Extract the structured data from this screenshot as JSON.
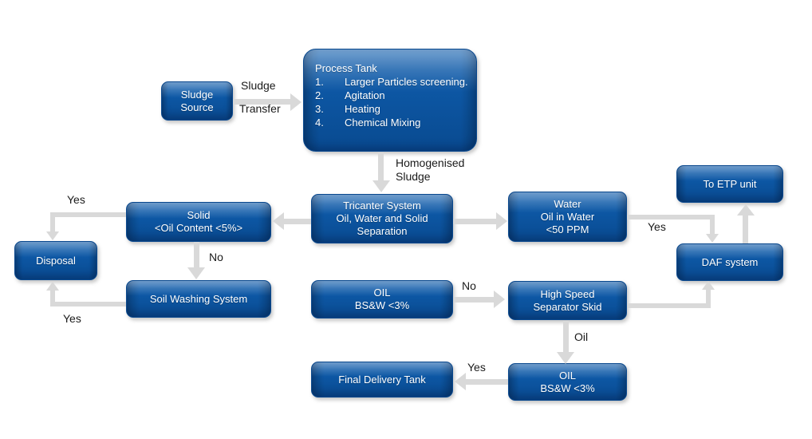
{
  "nodes": {
    "sludge_source": {
      "lines": [
        "Sludge",
        "Source"
      ]
    },
    "process_tank": {
      "title": "Process Tank",
      "items": [
        {
          "n": "1.",
          "t": "Larger Particles screening."
        },
        {
          "n": "2.",
          "t": "Agitation"
        },
        {
          "n": "3.",
          "t": "Heating"
        },
        {
          "n": "4.",
          "t": "Chemical Mixing"
        }
      ]
    },
    "tricanter": {
      "lines": [
        "Tricanter System",
        "Oil, Water and Solid",
        "Separation"
      ]
    },
    "water": {
      "lines": [
        "Water",
        "Oil in Water",
        "<50 PPM"
      ]
    },
    "to_etp_unit": {
      "lines": [
        "To ETP unit"
      ]
    },
    "daf_system": {
      "lines": [
        "DAF system"
      ]
    },
    "solid": {
      "lines": [
        "Solid",
        "<Oil Content <5%>"
      ]
    },
    "disposal": {
      "lines": [
        "Disposal"
      ]
    },
    "soil_washing": {
      "lines": [
        "Soil Washing System"
      ]
    },
    "oil_mid": {
      "lines": [
        "OIL",
        "BS&W <3%"
      ]
    },
    "separator_skid": {
      "lines": [
        "High Speed",
        "Separator Skid"
      ]
    },
    "oil_bottom": {
      "lines": [
        "OIL",
        "BS&W <3%"
      ]
    },
    "final_tank": {
      "lines": [
        "Final Delivery Tank"
      ]
    }
  },
  "labels": {
    "sludge": "Sludge",
    "transfer": "Transfer",
    "homogenised_line1": "Homogenised",
    "homogenised_line2": "Sludge",
    "yes_solid_to_disposal": "Yes",
    "no_solid_to_soil_washing": "No",
    "yes_soil_washing_to_disposal": "Yes",
    "yes_water_to_daf": "Yes",
    "no_oil_to_separator": "No",
    "oil_separator_to_oil": "Oil",
    "yes_oil_to_final_tank": "Yes"
  },
  "colors": {
    "node_fill": "#0d57a4",
    "node_fill_top": "#2e72b8",
    "node_border": "#09488e",
    "arrow": "#d9d9d9",
    "node_text": "#ffffff",
    "label_text": "#1a1a1a",
    "background": "#ffffff"
  }
}
